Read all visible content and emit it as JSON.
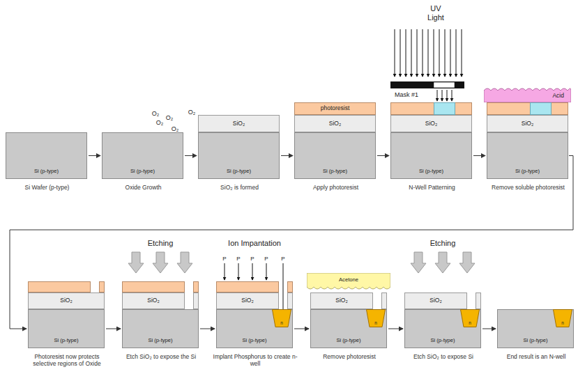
{
  "diagram": {
    "nodes": [
      {
        "text": [
          "Si (p-type)",
          "Si Wafer (p-type)"
        ]
      },
      {
        "text": [
          "Si (p-type)",
          "Oxide Growth"
        ]
      },
      {
        "text": [
          "SiO₂"
        ]
      },
      {
        "text": [
          "Si (p-type)",
          "SiO₂ is formed"
        ]
      },
      {
        "text": [
          "photoresist"
        ]
      },
      {
        "text": [
          "SiO₂"
        ]
      },
      {
        "text": [
          "Si (p-type)",
          "Apply photoresist"
        ]
      },
      {
        "text": [
          "SiO₂"
        ]
      },
      {
        "text": [
          "Si (p-type)",
          "N-Well Patterning"
        ]
      },
      {
        "text": [
          "Acid"
        ]
      },
      {
        "text": [
          "SiO₂"
        ]
      },
      {
        "text": [
          "Si (p-type)",
          "Remove soluble photoresist"
        ]
      },
      {
        "text": [
          "SiO₂"
        ]
      },
      {
        "text": [
          "Si (p-type)",
          "Photoresist now protects selective regions of Oxide"
        ]
      },
      {
        "text": [
          "SiO₂"
        ]
      },
      {
        "text": [
          "Si (p-type)",
          "Etch SiO₂ to expose the Si"
        ]
      },
      {
        "text": [
          "SiO₂"
        ]
      },
      {
        "text": [
          "Si (p-type)",
          "Implant Phosphorus to create n-well"
        ]
      },
      {
        "text": [
          "n"
        ],
        "in": 17
      },
      {
        "text": [
          "Acetone"
        ]
      },
      {
        "text": [
          "SiO₂"
        ]
      },
      {
        "text": [
          "Si (p-type)",
          "Remove photoresist"
        ]
      },
      {
        "text": [
          "n"
        ],
        "in": 21
      },
      {
        "text": [
          "SiO₂"
        ]
      },
      {
        "text": [
          "Si (p-type)",
          "Etch SiO₂ to expose Si"
        ]
      },
      {
        "text": [
          "n"
        ],
        "in": 24
      },
      {
        "text": [
          "Si (p-type)",
          "End result is an N-well"
        ]
      },
      {
        "text": [
          "n"
        ],
        "in": 26
      }
    ],
    "edges": [
      {
        "from": 0,
        "to": 1,
        "arrow": "to"
      },
      {
        "from": 1,
        "to": 3,
        "arrow": "to"
      },
      {
        "from": 3,
        "to": 6,
        "arrow": "to"
      },
      {
        "from": 6,
        "to": 8,
        "arrow": "to"
      },
      {
        "from": 8,
        "to": 11,
        "arrow": "to"
      },
      {
        "from": 11,
        "to": 13,
        "arrow": "to"
      },
      {
        "from": 13,
        "to": 15,
        "arrow": "to"
      },
      {
        "from": 15,
        "to": 17,
        "arrow": "to"
      },
      {
        "from": 17,
        "to": 21,
        "arrow": "to"
      },
      {
        "from": 21,
        "to": 24,
        "arrow": "to"
      },
      {
        "from": 24,
        "to": 26,
        "arrow": "to"
      }
    ],
    "labels": [
      "O₂",
      "O₂",
      "O₂",
      "O₂",
      "O₂",
      "UV Light",
      "Mask #1",
      "Etching",
      "Ion Impantation",
      "P",
      "P",
      "P",
      "P",
      "P",
      "Etching"
    ]
  }
}
